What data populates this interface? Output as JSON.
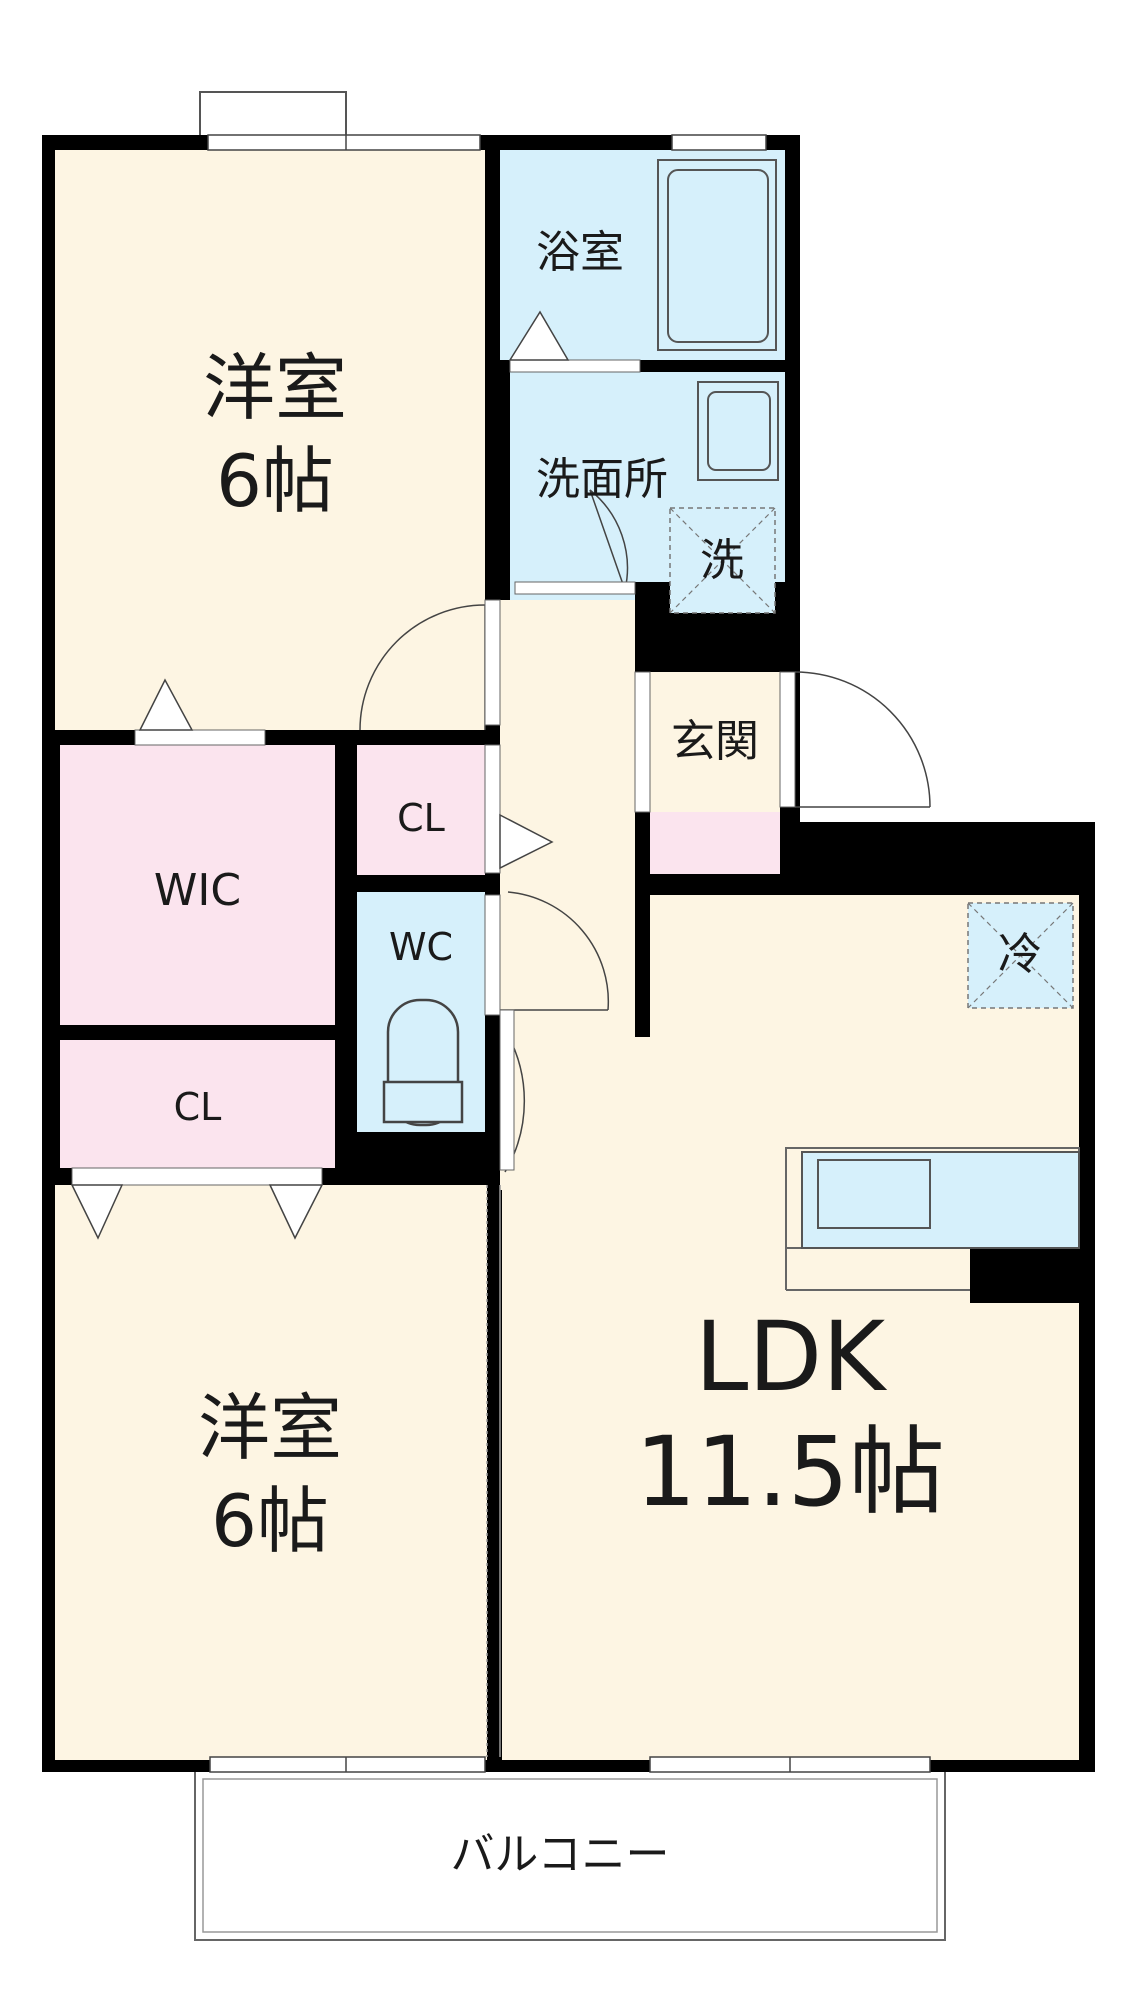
{
  "rooms": {
    "bedroom_top": {
      "name": "洋室",
      "size": "6帖"
    },
    "bedroom_bottom": {
      "name": "洋室",
      "size": "6帖"
    },
    "ldk": {
      "name": "LDK",
      "size": "11.5帖"
    },
    "bath": {
      "name": "浴室"
    },
    "washroom": {
      "name": "洗面所"
    },
    "entrance": {
      "name": "玄関"
    },
    "wic": {
      "name": "WIC"
    },
    "closet_small": {
      "name": "CL"
    },
    "closet_wide": {
      "name": "CL"
    },
    "toilet": {
      "name": "WC"
    },
    "balcony": {
      "name": "バルコニー"
    }
  },
  "fixtures": {
    "washer": "洗",
    "fridge": "冷"
  },
  "colors": {
    "bedroom": "#fdf5e3",
    "wet": "#d6f0fb",
    "storage": "#fbe4ee",
    "wall": "#000000"
  }
}
